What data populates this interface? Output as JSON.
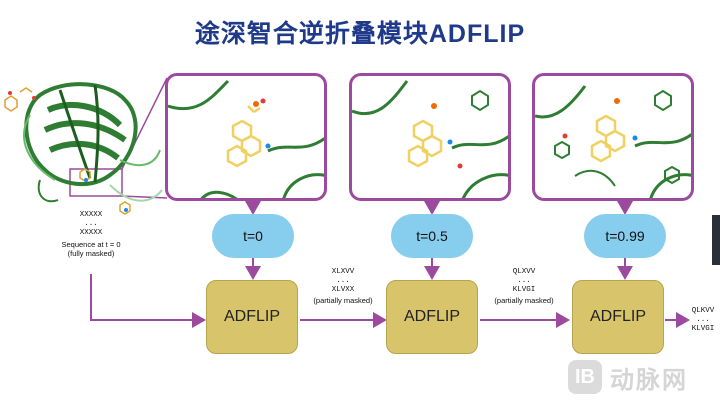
{
  "title": "途深智合逆折叠模块ADFLIP",
  "initial": {
    "seq_lines": [
      "XXXXX",
      "...",
      "XXXXX"
    ],
    "caption_lines": [
      "Sequence at t = 0",
      "(fully masked)"
    ]
  },
  "steps": [
    {
      "t_label": "t=0",
      "block_label": "ADFLIP"
    },
    {
      "t_label": "t=0.5",
      "block_label": "ADFLIP"
    },
    {
      "t_label": "t=0.99",
      "block_label": "ADFLIP"
    }
  ],
  "intermediates": [
    {
      "seq_lines": [
        "XLXVV",
        "...",
        "XLVXX"
      ],
      "caption": "(partially masked)"
    },
    {
      "seq_lines": [
        "QLXVV",
        "...",
        "KLVGI"
      ],
      "caption": "(partially masked)"
    }
  ],
  "final": {
    "seq_lines": [
      "QLKVV",
      "...",
      "KLVGI"
    ]
  },
  "watermark": {
    "logo": "IB",
    "text": "动脉网"
  },
  "colors": {
    "title": "#1f3a8a",
    "arrow": "#9b4a9e",
    "t_badge": "#87cdee",
    "block": "#d8c46a",
    "protein": "#2e7d32",
    "ligand": "#f0d060"
  }
}
